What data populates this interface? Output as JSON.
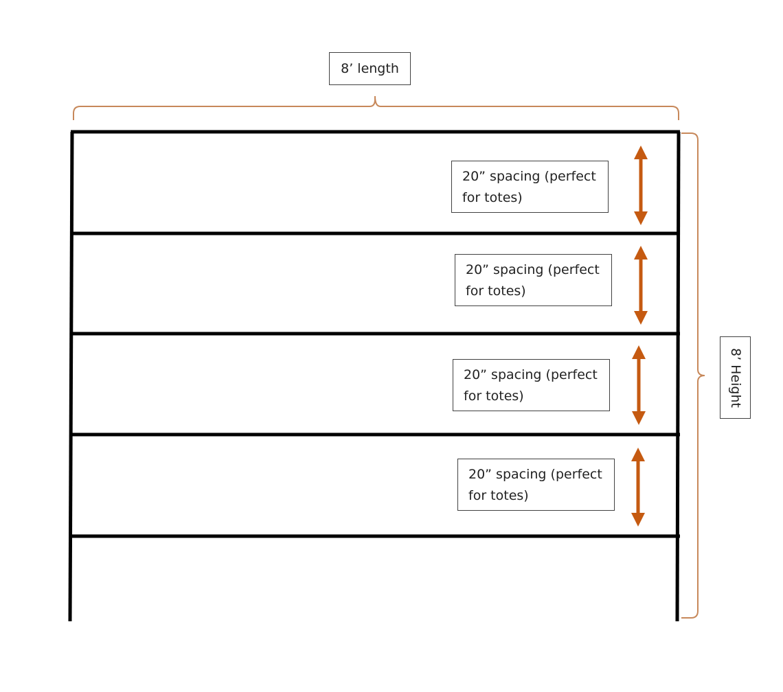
{
  "labels": {
    "length": "8’ length",
    "height": "8’ Height"
  },
  "shelves": [
    {
      "line1": "20” spacing (perfect",
      "line2": "for totes)"
    },
    {
      "line1": "20” spacing (perfect",
      "line2": "for totes)"
    },
    {
      "line1": "20” spacing (perfect",
      "line2": "for totes)"
    },
    {
      "line1": "20” spacing (perfect",
      "line2": "for totes)"
    }
  ],
  "colors": {
    "frame": "#000000",
    "bracket": "#c7885a",
    "arrow": "#c55a11",
    "label_border": "#404040"
  }
}
